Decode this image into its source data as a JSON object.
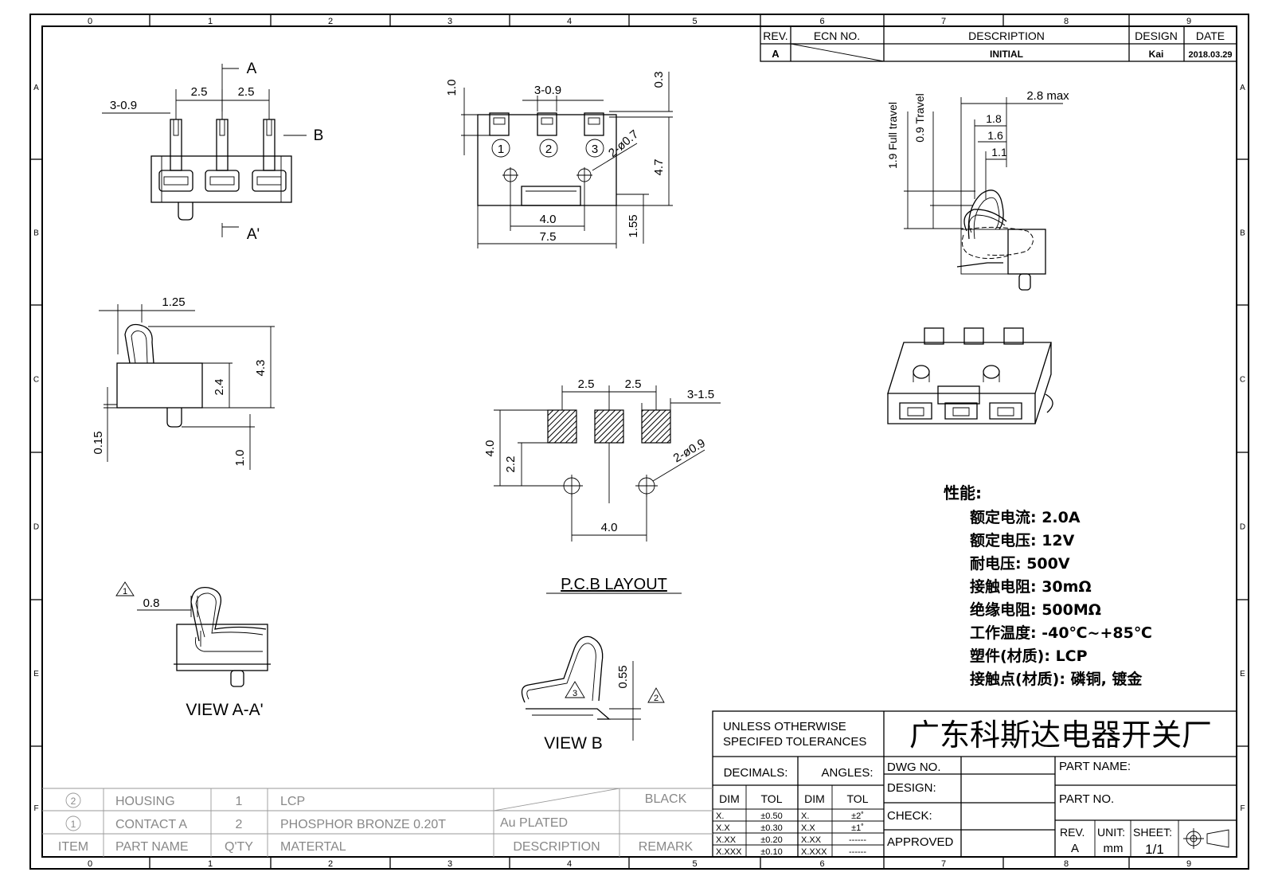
{
  "frame": {
    "columns": [
      "0",
      "1",
      "2",
      "3",
      "4",
      "5",
      "6",
      "7",
      "8",
      "9"
    ],
    "rows": [
      "A",
      "B",
      "C",
      "D",
      "E",
      "F"
    ]
  },
  "revision_block": {
    "headers": {
      "rev": "REV.",
      "ecn": "ECN NO.",
      "description": "DESCRIPTION",
      "design": "DESIGN",
      "date": "DATE"
    },
    "row": {
      "rev": "A",
      "description": "INITIAL",
      "design": "Kai",
      "date": "2018.03.29"
    }
  },
  "front_view": {
    "dims": {
      "pitch_left": "2.5",
      "pitch_right": "2.5",
      "pin_width": "3-0.9"
    },
    "labels": {
      "section_a": "A",
      "section_a_prime": "A'",
      "view_b": "B"
    }
  },
  "top_view": {
    "dims": {
      "d1": "1.0",
      "d2": "3-0.9",
      "d3": "0.3",
      "d4": "2-ø0.7",
      "d5": "4.7",
      "d6": "4.0",
      "d7": "7.5",
      "d8": "1.55"
    },
    "circles": [
      "1",
      "2",
      "3"
    ]
  },
  "side_view": {
    "dims": {
      "d1": "2.8 max",
      "d2": "1.8",
      "d3": "1.6",
      "d4": "1.1",
      "d5": "1.9 Full travel",
      "d6": "0.9 Travel"
    }
  },
  "left_view": {
    "dims": {
      "d1": "1.25",
      "d2": "2.4",
      "d3": "4.3",
      "d4": "0.15",
      "d5": "1.0"
    }
  },
  "pcb_layout": {
    "title": "P.C.B LAYOUT",
    "dims": {
      "p1": "2.5",
      "p2": "2.5",
      "p3": "3-1.5",
      "h1": "4.0",
      "h2": "2.2",
      "hole": "2-ø0.9",
      "w": "4.0"
    }
  },
  "section_view": {
    "title": "VIEW A-A'",
    "dims": {
      "d1": "0.8"
    },
    "flag": "1"
  },
  "view_b": {
    "title": "VIEW B",
    "dims": {
      "d1": "0.55"
    },
    "flags": [
      "3",
      "2"
    ]
  },
  "performance": {
    "heading": "性能:",
    "items": [
      "额定电流: 2.0A",
      "额定电压: 12V",
      "耐电压: 500V",
      "接触电阻: 30mΩ",
      "绝缘电阻: 500MΩ",
      "工作温度: -40℃~+85℃",
      "塑件(材质): LCP",
      "接触点(材质): 磷铜, 镀金"
    ]
  },
  "title_block": {
    "tolerance_heading": [
      "UNLESS OTHERWISE",
      "SPECIFED TOLERANCES"
    ],
    "company": "广东科斯达电器开关厂",
    "decimals": "DECIMALS:",
    "angles": "ANGLES:",
    "dim": "DIM",
    "tol": "TOL",
    "decimal_rows": [
      [
        "X.",
        "±0.50"
      ],
      [
        "X.X",
        "±0.30"
      ],
      [
        "X.XX",
        "±0.20"
      ],
      [
        "X.XXX",
        "±0.10"
      ]
    ],
    "angle_rows": [
      [
        "X.",
        "±2˚"
      ],
      [
        "X.X",
        "±1˚"
      ],
      [
        "X.XX",
        "------"
      ],
      [
        "X.XXX",
        "------"
      ]
    ],
    "fields": {
      "dwg_no": "DWG NO.",
      "design": "DESIGN:",
      "check": "CHECK:",
      "approved": "APPROVED",
      "part_name": "PART NAME:",
      "part_no": "PART NO."
    },
    "rev_label": "REV.",
    "rev_value": "A",
    "unit_label": "UNIT:",
    "unit_value": "mm",
    "sheet_label": "SHEET:",
    "sheet_value": "1/1"
  },
  "bom": {
    "rows": [
      {
        "item": "2",
        "name": "HOUSING",
        "qty": "1",
        "material": "LCP",
        "description": "",
        "remark": "BLACK"
      },
      {
        "item": "1",
        "name": "CONTACT A",
        "qty": "2",
        "material": "PHOSPHOR BRONZE 0.20T",
        "description": "Au PLATED",
        "remark": ""
      }
    ],
    "header": {
      "item": "ITEM",
      "name": "PART NAME",
      "qty": "Q'TY",
      "material": "MATERTAL",
      "description": "DESCRIPTION",
      "remark": "REMARK"
    }
  }
}
